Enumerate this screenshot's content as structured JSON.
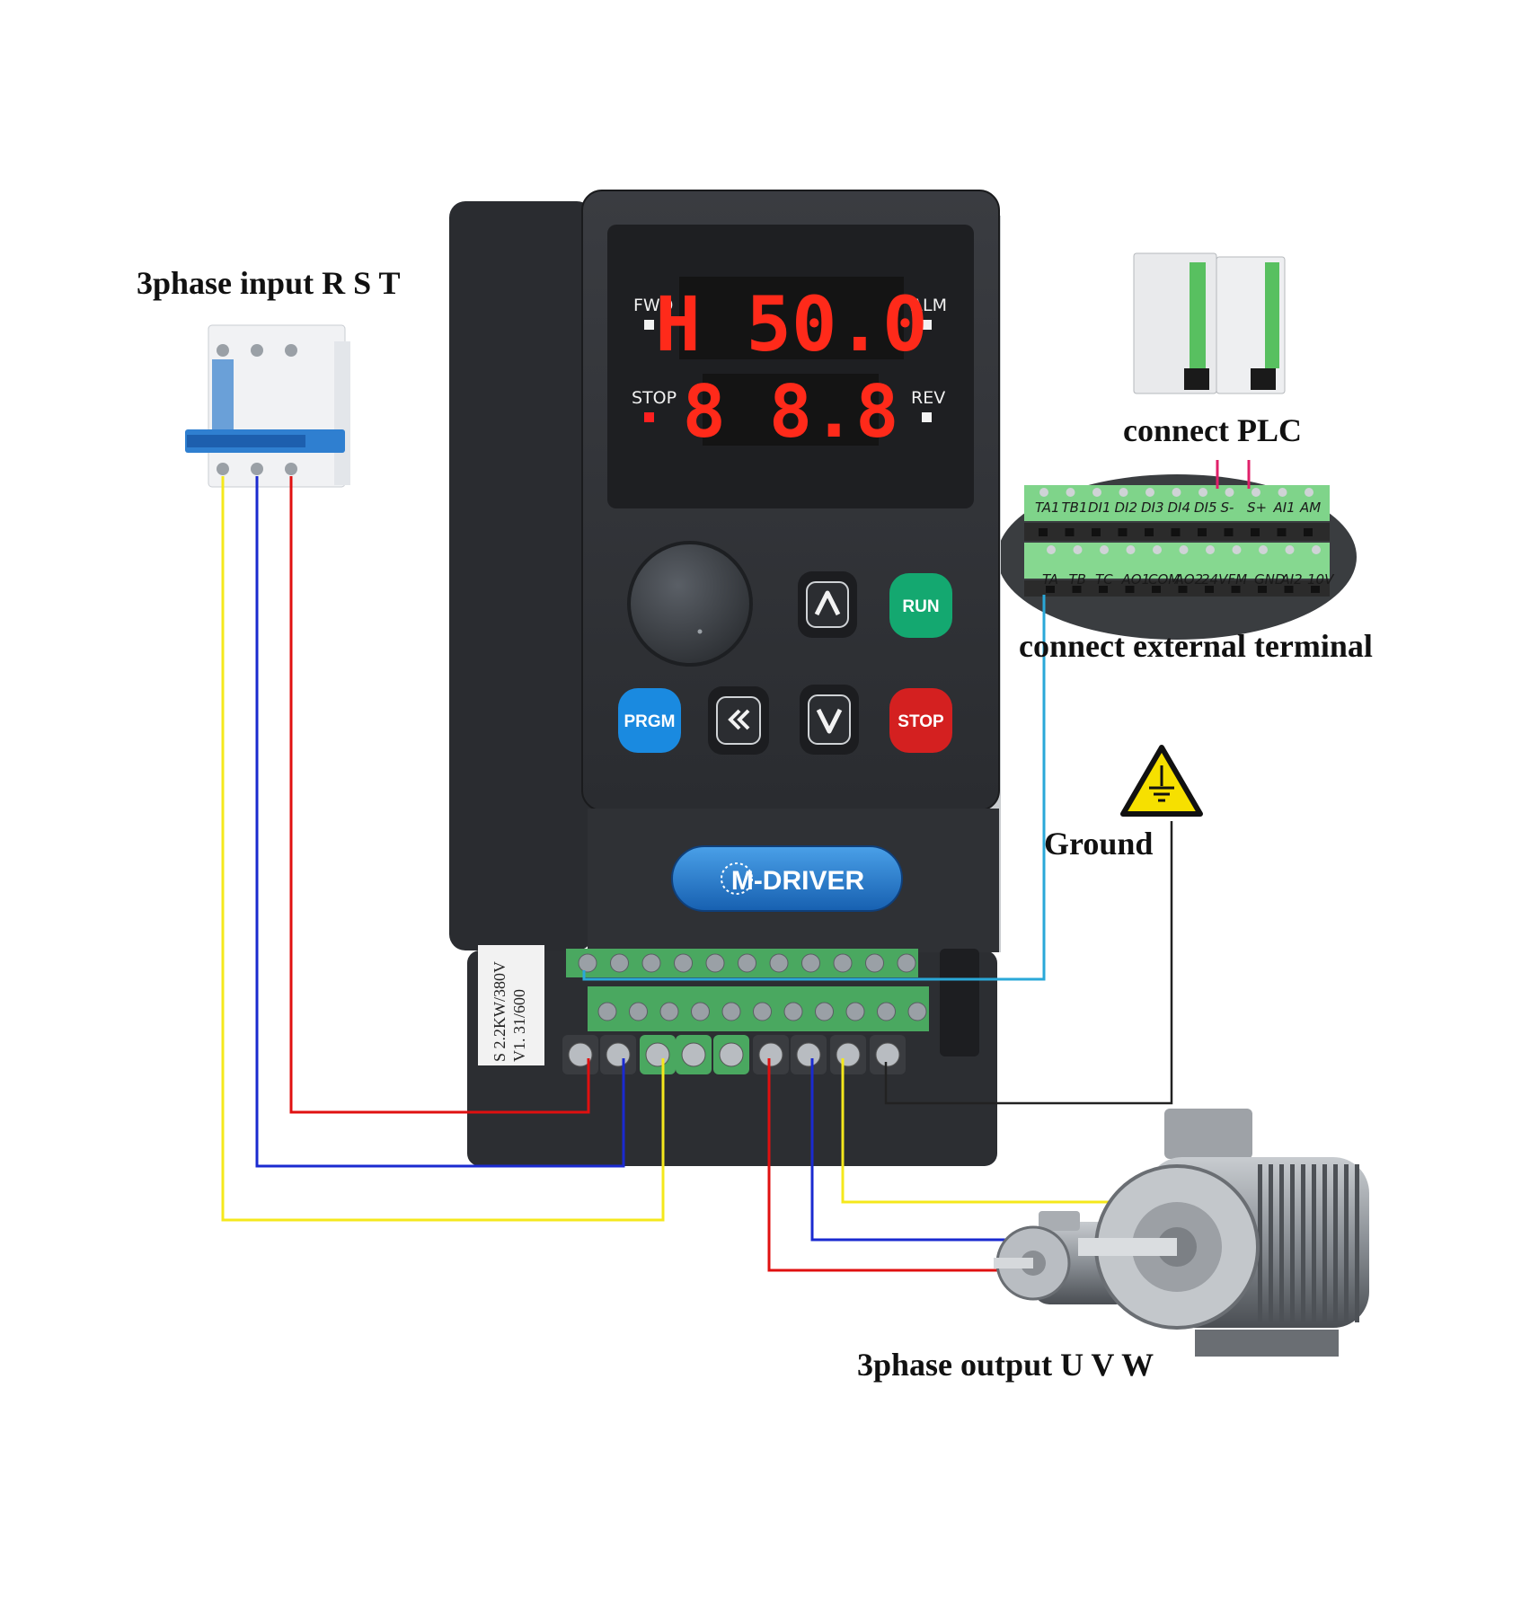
{
  "labels": {
    "input": "3phase input R S T",
    "plc": "connect PLC",
    "external": "connect external terminal",
    "ground": "Ground",
    "output": "3phase output U V W"
  },
  "display": {
    "line1": "H 50.0",
    "line2": "8 8.8",
    "fwd": "FWD",
    "alm": "ALM",
    "stop": "STOP",
    "rev": "REV"
  },
  "buttons": {
    "up_icon": "chevron-up-icon",
    "down_icon": "chevron-down-icon",
    "shift_icon": "double-chevron-left-icon",
    "run": "RUN",
    "stop": "STOP",
    "prgm": "PRGM"
  },
  "brand": "M-DRIVER",
  "sticker": {
    "line1": "S 2.2KW/380V",
    "line2": "V1. 31/600"
  },
  "terminals": {
    "top_row": [
      "TA1",
      "TB1",
      "DI1",
      "DI2",
      "DI3",
      "DI4",
      "DI5",
      "S-",
      "S+",
      "AI1",
      "AM"
    ],
    "bottom_row": [
      "TA",
      "TB",
      "TC",
      "AO1",
      "COM",
      "AO2",
      "24V",
      "FM",
      "GND",
      "AI2",
      "10V"
    ]
  },
  "wire_colors": {
    "red": "#e01010",
    "blue": "#1a2ad0",
    "yellow": "#f5e81c",
    "cyan": "#2aa8d8",
    "black": "#222222"
  }
}
